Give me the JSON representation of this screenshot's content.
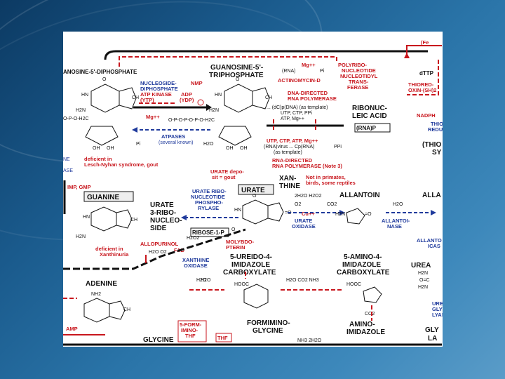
{
  "labels": {
    "gdp": "ANOSINE-5'-DIPHOSPHATE",
    "gtp_1": "GUANOSINE-5'-",
    "gtp_2": "TRIPHOSPHATE",
    "rna_small": "(RNA)",
    "mg1": "Mg++",
    "pi_top": "Pi",
    "polyribo": [
      "POLYRIBO-",
      "NUCLEOTIDE",
      "NUCLEOTIDYL",
      "TRANS-",
      "FERASE"
    ],
    "actinomycin": "ACTINOMYCIN-D",
    "dna_directed": [
      "DNA-DIRECTED",
      "RNA POLYMERASE"
    ],
    "ndp_kinase": [
      "NUCLEOSIDE-",
      "DIPHOSPHATE",
      "ATP KINASE",
      "(YTP)"
    ],
    "adp_ydp": [
      "ADP",
      "(YDP)"
    ],
    "nmp": "NMP",
    "mg2": "Mg++",
    "popopo": "O-P-O-P-O-P-O-H2C",
    "dcp": [
      "... (dC)p(DNA) (as template)",
      "UTP, CTP, PPi",
      "ATP, Mg++"
    ],
    "ribonucleic": [
      "RIBONUC-",
      "LEIC ACID"
    ],
    "rnappg": "(RNA)P",
    "atpases": [
      "ATPASES",
      "(several known)"
    ],
    "pi_left": "Pi",
    "h2o_1": "H2O",
    "utp_line": "UTP, CTP, ATP, Mg++",
    "rna_virus": "(RNA)virus ... Cp(RNA)",
    "as_template": "(as template)",
    "rna_directed": [
      "RNA-DIRECTED",
      "RNA POLYMERASE (Note 3)"
    ],
    "ppi": "PPi",
    "ftop": "(Fe",
    "dttp": "dTTP",
    "thioredoxin": [
      "THIORED-",
      "OXIN-(SH)2"
    ],
    "nadph": "NADPH",
    "thio_reduc": [
      "THIO",
      "REDUC"
    ],
    "thio_sy": [
      "(THIO",
      "SY"
    ],
    "leftedge": [
      "NE",
      "ASE"
    ],
    "deficient1": [
      "deficient in",
      "Lesch-Nyhan syndrome, gout"
    ],
    "imp_gmp": "IMP, GMP",
    "guanine": "GUANINE",
    "urate_deposit": [
      "URATE depo-",
      "sit = gout"
    ],
    "urate_ribo": [
      "URATE RIBO-",
      "NUCLEOTIDE",
      "PHOSPHO-",
      "RYLASE"
    ],
    "urate": "URATE",
    "urate_3_ribo": [
      "URATE",
      "3-RIBO-",
      "NUCLEO-",
      "SIDE"
    ],
    "ribose1p": "RIBOSE-1-P",
    "xanthine": [
      "XAN-",
      "THINE"
    ],
    "not_in_primates": [
      "Not in primates,",
      "birds, some reptiles"
    ],
    "h2o_h2o2": "2H2O  H2O2",
    "o2": "O2",
    "co2": "CO2",
    "cu": "Cu++",
    "urate_oxidase": [
      "URATE",
      "OXIDASE"
    ],
    "allantoin": "ALLANTOIN",
    "allantoinase": [
      "ALLANTOI-",
      "NASE"
    ],
    "h2o_allan": "H2O",
    "alla": "ALLA",
    "allanto_icas": [
      "ALLANTO",
      "ICAS"
    ],
    "allopurinol": "ALLOPURINOL",
    "deficient2": [
      "deficient in",
      "Xanthinuria"
    ],
    "fad": "FAD",
    "h2o2": "H2O2",
    "h2o_o2": "H2O  O2",
    "molybdo": [
      "MOLYBDO-",
      "PTERIN"
    ],
    "xanthine_oxidase": [
      "XANTHINE",
      "OXIDASE"
    ],
    "ureido": [
      "5-UREIDO-4-",
      "IMIDAZOLE",
      "CARBOXYLATE"
    ],
    "amino_imidazole": [
      "5-AMINO-4-",
      "IMIDAZOLE",
      "CARBOXYLATE"
    ],
    "h2o_mid": "H2O",
    "h2o_co2_nh3": "H2O  CO2  NH3",
    "hooc1": "HOOC",
    "hooc2": "HOOC",
    "urea": "UREA",
    "ureido_glyco": [
      "UREID",
      "GLYCO",
      "LYAS"
    ],
    "adenine": "ADENINE",
    "nh2": "NH2",
    "h2o_left": "H2O",
    "amino_imid": [
      "AMINO-",
      "IMIDAZOLE"
    ],
    "co2_bottom": "CO2",
    "amp": "AMP",
    "formimino_thf": [
      "5-FORM-",
      "IMINO-",
      "THF"
    ],
    "thf": "THF",
    "formiminoglycine": [
      "FORMIMINO-",
      "GLYCINE"
    ],
    "glycine": "GLYCINE",
    "nh3_2h2o": "NH3    2H2O",
    "gly_la": [
      "GLY",
      "LA"
    ],
    "ribo_side": "H2C"
  }
}
